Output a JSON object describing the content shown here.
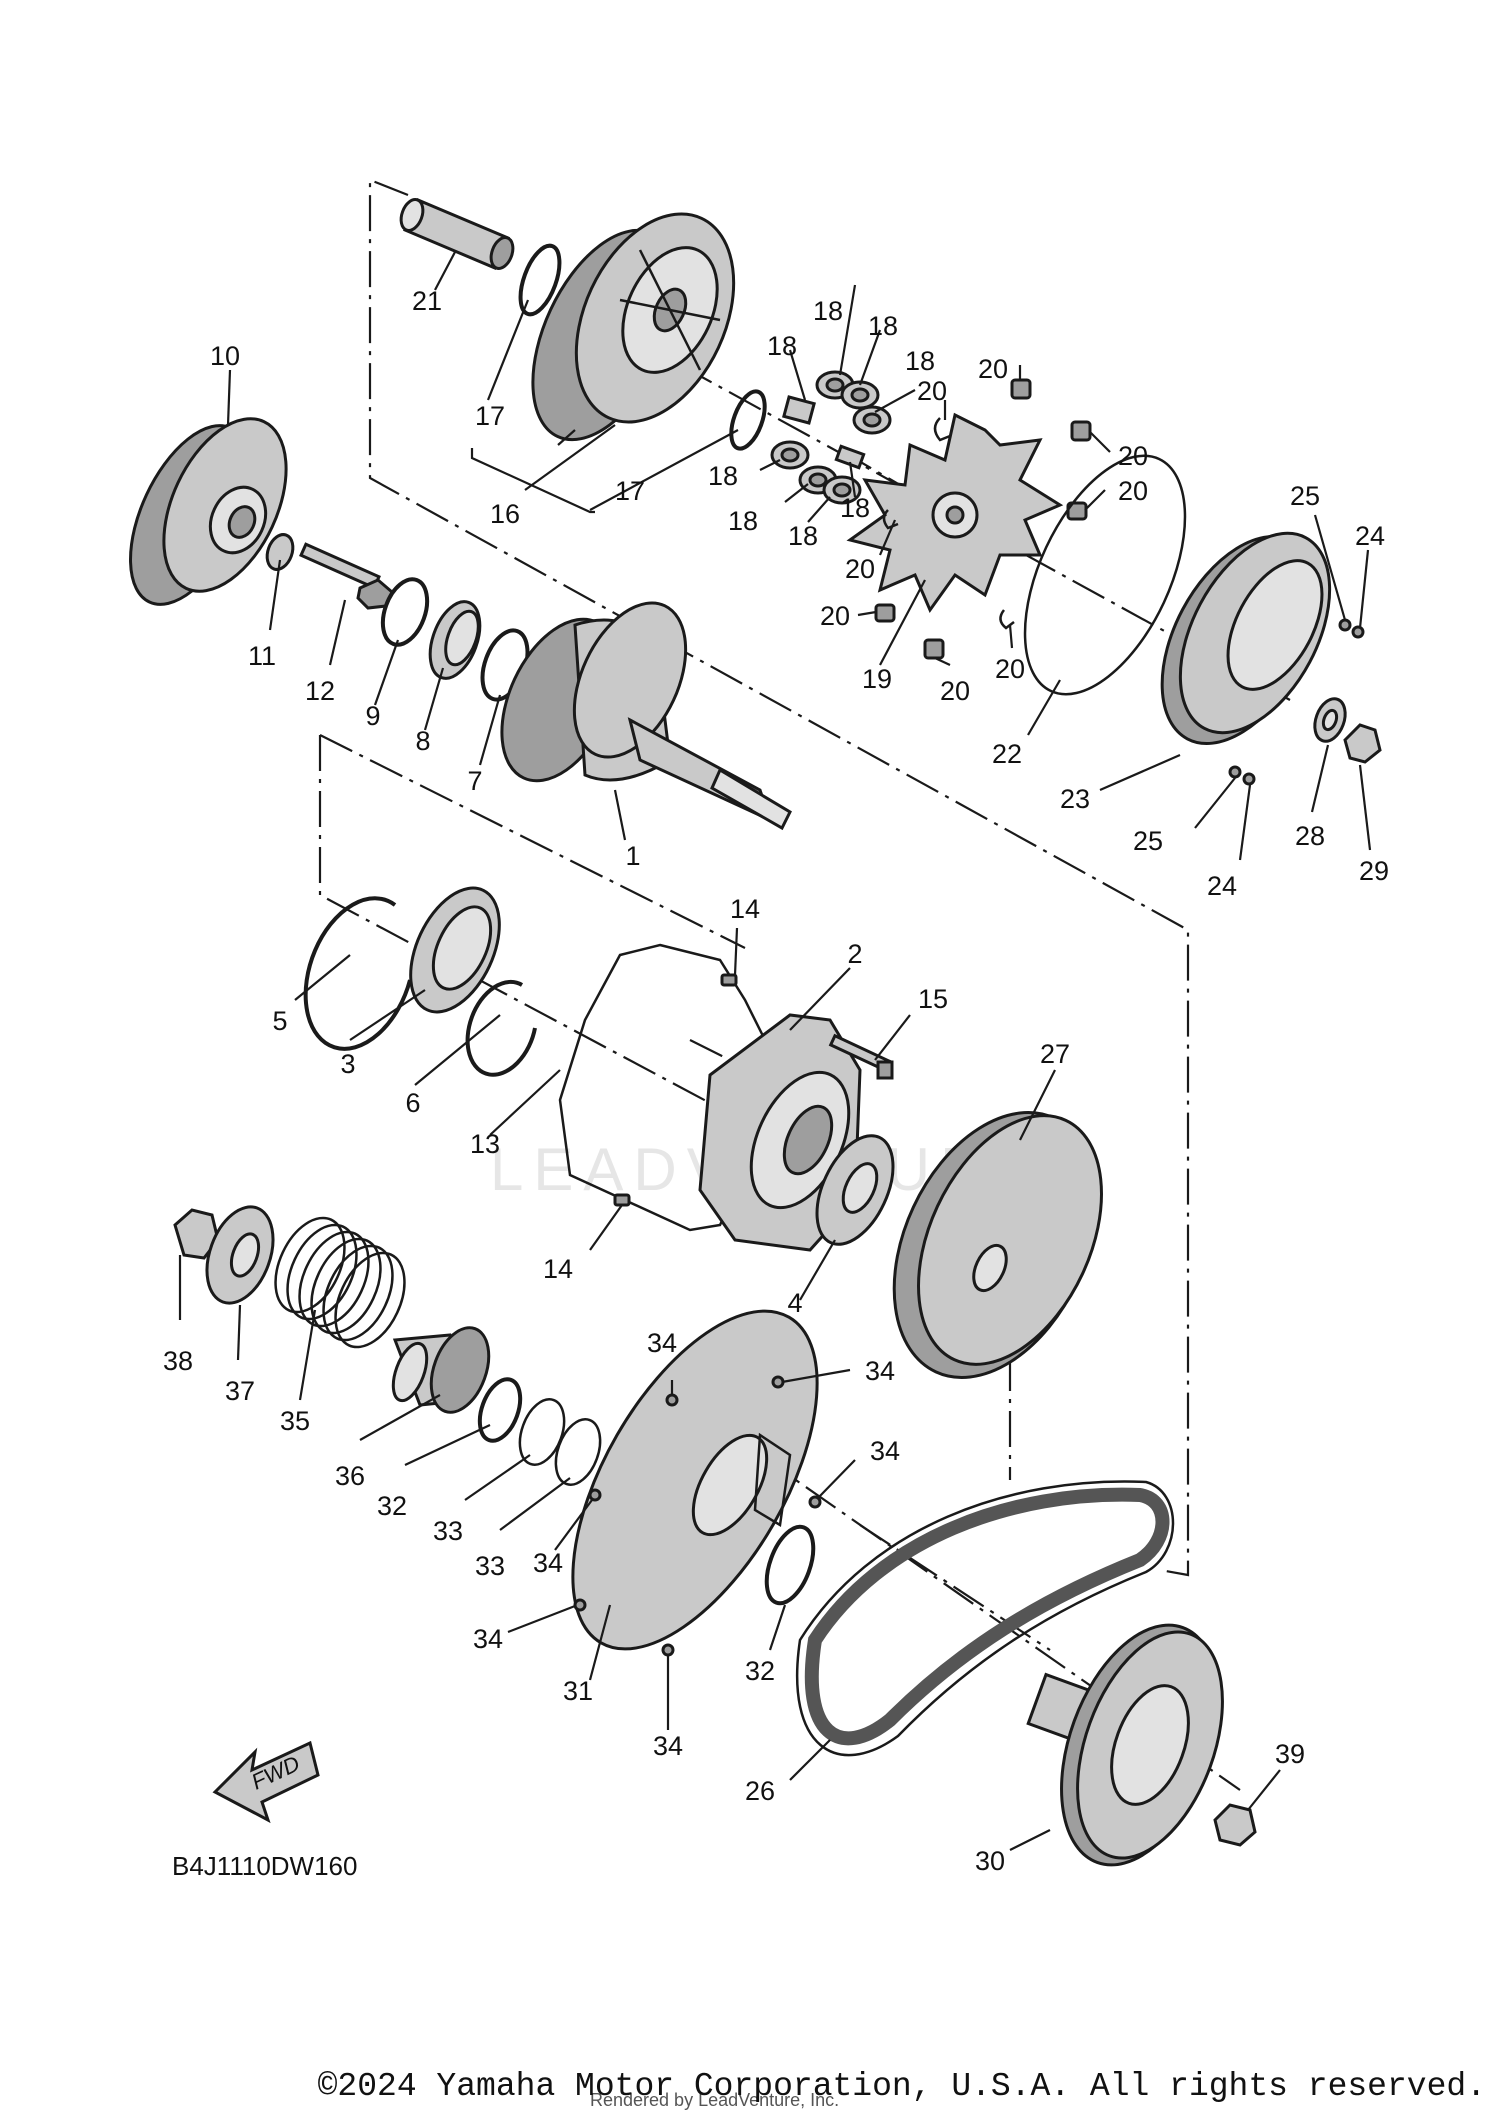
{
  "diagram_code": "B4J1110DW160",
  "fwd_label": "FWD",
  "watermark": "LEADVENTURE",
  "copyright": "©2024 Yamaha Motor Corporation, U.S.A. All rights reserved.",
  "rendered_by": "Rendered by LeadVenture, Inc.",
  "callouts": {
    "c1": "1",
    "c2": "2",
    "c3": "3",
    "c4": "4",
    "c5": "5",
    "c6": "6",
    "c7": "7",
    "c8": "8",
    "c9": "9",
    "c10": "10",
    "c11": "11",
    "c12": "12",
    "c13": "13",
    "c14a": "14",
    "c14b": "14",
    "c15": "15",
    "c16": "16",
    "c17a": "17",
    "c17b": "17",
    "c18a": "18",
    "c18b": "18",
    "c18c": "18",
    "c18d": "18",
    "c18e": "18",
    "c18f": "18",
    "c18g": "18",
    "c18h": "18",
    "c19": "19",
    "c20a": "20",
    "c20b": "20",
    "c20c": "20",
    "c20d": "20",
    "c20e": "20",
    "c20f": "20",
    "c20g": "20",
    "c20h": "20",
    "c21": "21",
    "c22": "22",
    "c23": "23",
    "c24a": "24",
    "c24b": "24",
    "c25a": "25",
    "c25b": "25",
    "c26": "26",
    "c27": "27",
    "c28": "28",
    "c29": "29",
    "c30": "30",
    "c31": "31",
    "c32a": "32",
    "c32b": "32",
    "c33a": "33",
    "c33b": "33",
    "c34a": "34",
    "c34b": "34",
    "c34c": "34",
    "c34d": "34",
    "c34e": "34",
    "c34f": "34",
    "c35": "35",
    "c36": "36",
    "c37": "37",
    "c38": "38",
    "c39": "39"
  }
}
